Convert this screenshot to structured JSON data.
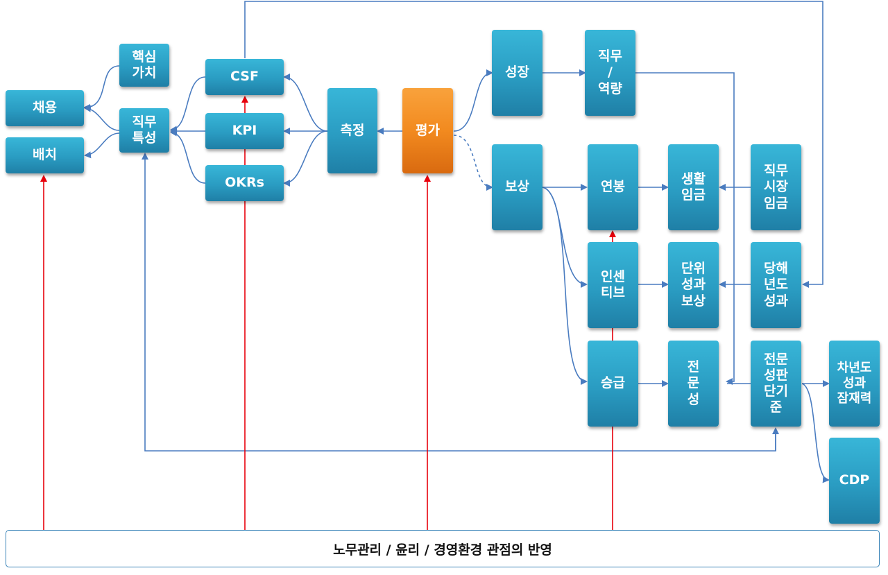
{
  "nodes": {
    "chaeyong": "채용",
    "baechi": "배치",
    "haeksim": "핵심\n가치",
    "jikmu_tukseong": "직무\n특성",
    "csf": "CSF",
    "kpi": "KPI",
    "okrs": "OKRs",
    "cheukjeong": "측정",
    "pyeongga": "평가",
    "seongjang": "성장",
    "jikmu_yeokryang": "직무\n/\n역량",
    "bosang": "보상",
    "yeonbong": "연봉",
    "saenghwal": "생활\n임금",
    "jikmu_sijang": "직무\n시장\n임금",
    "incentive": "인센\n티브",
    "danwi": "단위\n성과\n보상",
    "danghae": "당해\n년도\n성과",
    "seunggeup": "승급",
    "jeonmunseong": "전\n문\n성",
    "jeonmun_pangi": "전문\n성판\n단기\n준",
    "chanyeondo": "차년도\n성과\n잠재력",
    "cdp": "CDP"
  },
  "footer": {
    "label": "노무관리 / 윤리 / 경영환경 관점의 반영"
  },
  "colors": {
    "box_blue": "#2a9cc2",
    "box_orange": "#f28a1f",
    "connector_blue": "#4a7cc0",
    "emphasis_red": "#e8000b"
  }
}
